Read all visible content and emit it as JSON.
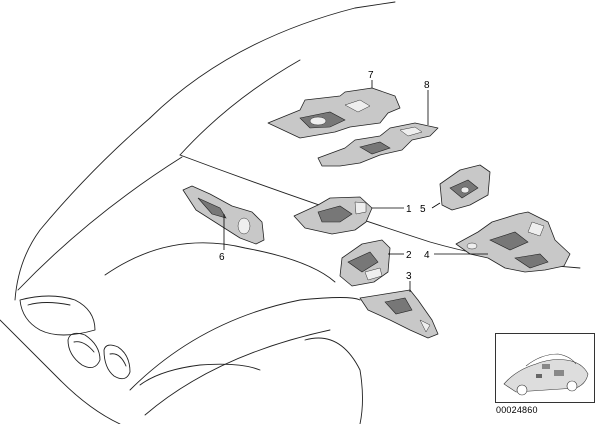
{
  "diagram": {
    "callouts": [
      "1",
      "2",
      "3",
      "4",
      "5",
      "6",
      "7",
      "8"
    ],
    "code": "00024860"
  }
}
